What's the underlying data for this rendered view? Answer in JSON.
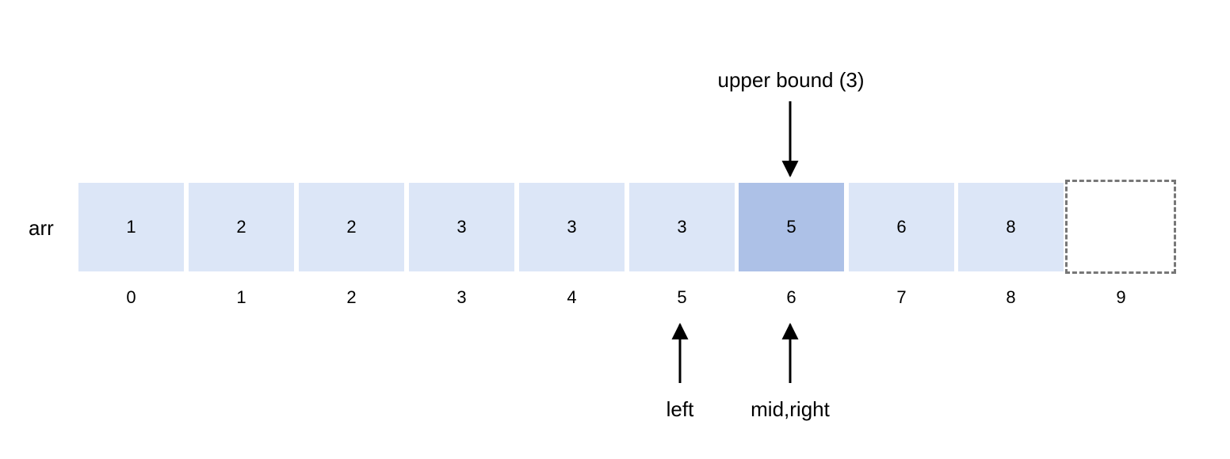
{
  "array": {
    "name": "arr",
    "values": [
      "1",
      "2",
      "2",
      "3",
      "3",
      "3",
      "5",
      "6",
      "8",
      ""
    ],
    "indices": [
      "0",
      "1",
      "2",
      "3",
      "4",
      "5",
      "6",
      "7",
      "8",
      "9"
    ],
    "highlight_index": 6,
    "empty_index": 9
  },
  "colors": {
    "cell_fill": "#dce6f7",
    "highlight_fill": "#adc1e7",
    "empty_border": "#777777",
    "arrow": "#000000"
  },
  "annotations": {
    "upper_bound": "upper bound (3)",
    "left": "left",
    "mid_right": "mid,right"
  }
}
